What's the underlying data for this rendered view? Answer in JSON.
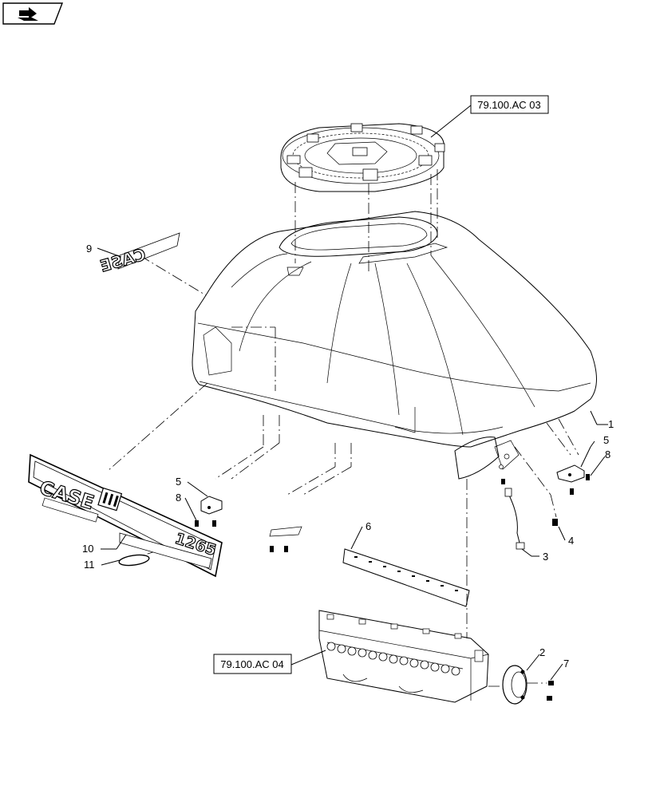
{
  "nav_icon": "arrow-book-icon",
  "references": {
    "top": "79.100.AC 03",
    "bottom": "79.100.AC 04"
  },
  "decal": {
    "brand": "CASE",
    "model": "1265"
  },
  "small_decal": {
    "brand": "CASE"
  },
  "callouts": {
    "c1": "1",
    "c2": "2",
    "c3": "3",
    "c4": "4",
    "c5a": "5",
    "c5b": "5",
    "c6": "6",
    "c7": "7",
    "c8a": "8",
    "c8b": "8",
    "c9": "9",
    "c10": "10",
    "c11": "11"
  }
}
